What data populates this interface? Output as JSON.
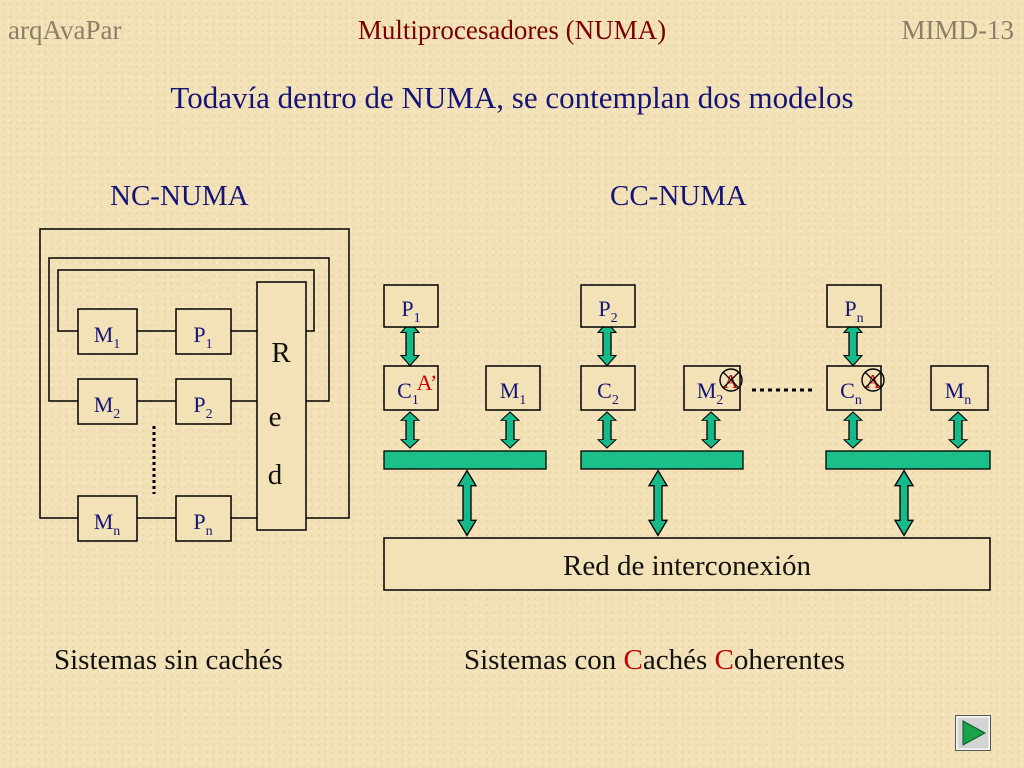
{
  "header": {
    "course": "arqAvaPar",
    "title": "Multiprocesadores (NUMA)",
    "slide_id": "MIMD-13"
  },
  "subtitle": "Todavía dentro de NUMA, se contemplan dos modelos",
  "nc_numa": {
    "title": "NC-NUMA",
    "memories": [
      {
        "base": "M",
        "sub": "1"
      },
      {
        "base": "M",
        "sub": "2"
      },
      {
        "base": "M",
        "sub": "n"
      }
    ],
    "processors": [
      {
        "base": "P",
        "sub": "1"
      },
      {
        "base": "P",
        "sub": "2"
      },
      {
        "base": "P",
        "sub": "n"
      }
    ],
    "network_letters": [
      "R",
      "e",
      "d"
    ],
    "caption": "Sistemas sin cachés"
  },
  "cc_numa": {
    "title": "CC-NUMA",
    "nodes": [
      {
        "p": {
          "base": "P",
          "sub": "1"
        },
        "c": {
          "base": "C",
          "sub": "1"
        },
        "m": {
          "base": "M",
          "sub": "1"
        },
        "mark": "A’"
      },
      {
        "p": {
          "base": "P",
          "sub": "2"
        },
        "c": {
          "base": "C",
          "sub": "2"
        },
        "m": {
          "base": "M",
          "sub": "2"
        },
        "mark": "A"
      },
      {
        "p": {
          "base": "P",
          "sub": "n"
        },
        "c": {
          "base": "C",
          "sub": "n"
        },
        "m": {
          "base": "M",
          "sub": "n"
        },
        "mark": "A"
      }
    ],
    "network": "Red de interconexión",
    "caption": {
      "parts": [
        "Sistemas con ",
        "C",
        "achés ",
        "C",
        "oherentes"
      ]
    }
  },
  "colors": {
    "box_border": "#000000",
    "bus": "#1bbf8a",
    "arrow": "#16b98a",
    "title_red": "#7a0000",
    "title_blue": "#141478",
    "mark_red": "#d40000",
    "nav_green": "#19a34a"
  },
  "icons": {
    "nav": "next-slide-icon"
  }
}
